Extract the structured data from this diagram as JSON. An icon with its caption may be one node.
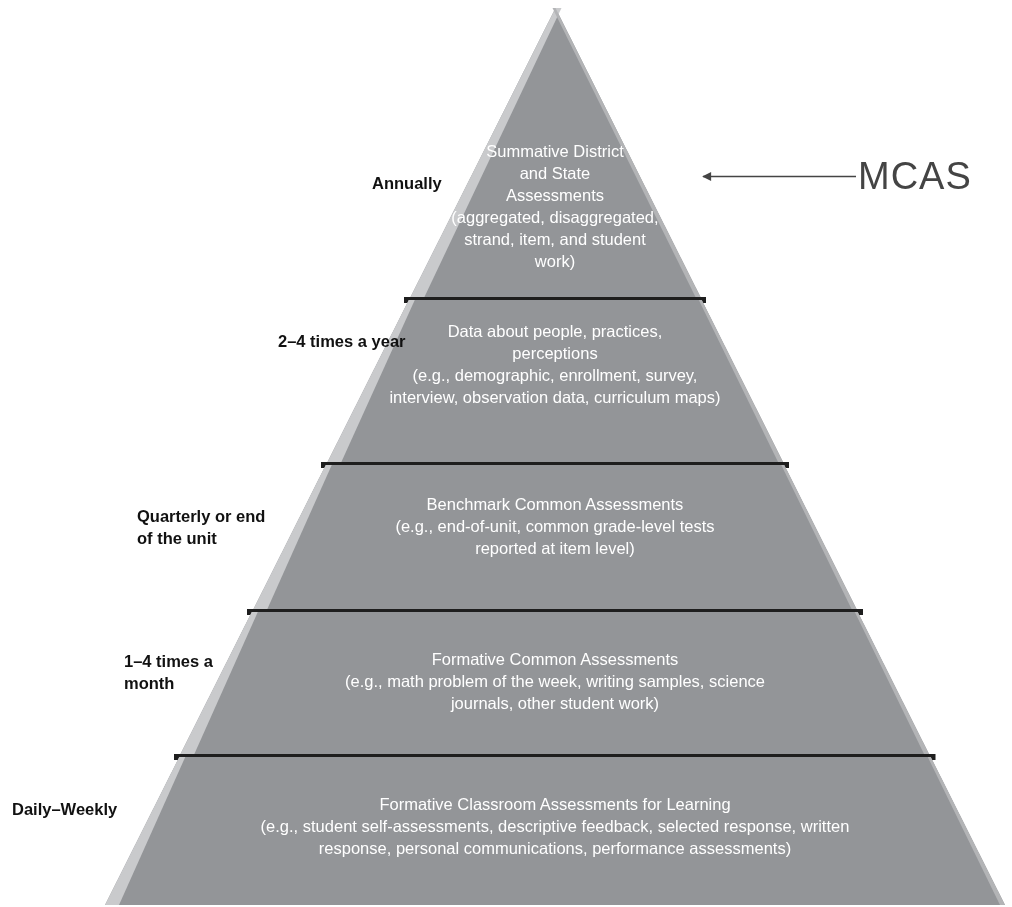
{
  "diagram": {
    "nodes": [
      {
        "text": [
          "Summative District and State Assessments",
          "(aggregated, disaggregated, strand, item, and student work)"
        ],
        "beside": [
          "Annually"
        ]
      },
      {
        "text": [
          "Data about people, practices, perceptions",
          "(e.g., demographic, enrollment, survey, interview, observation data, curriculum maps)"
        ],
        "beside": [
          "2–4 times a year"
        ]
      },
      {
        "text": [
          "Benchmark Common Assessments",
          "(e.g., end-of-unit, common grade-level tests reported at item level)"
        ],
        "beside": [
          "Quarterly or end of the unit"
        ]
      },
      {
        "text": [
          "Formative Common Assessments",
          "(e.g., math problem of the week, writing samples, science journals, other student work)"
        ],
        "beside": [
          "1–4 times a month"
        ]
      },
      {
        "text": [
          "Formative Classroom Assessments for Learning",
          "(e.g., student self-assessments, descriptive feedback, selected response, written response, personal communications, performance assessments)"
        ],
        "beside": [
          "Daily–Weekly"
        ]
      },
      {
        "text": [
          "MCAS"
        ]
      }
    ],
    "edges": [
      {
        "from": 5,
        "to": 0,
        "arrow": "to"
      }
    ]
  }
}
